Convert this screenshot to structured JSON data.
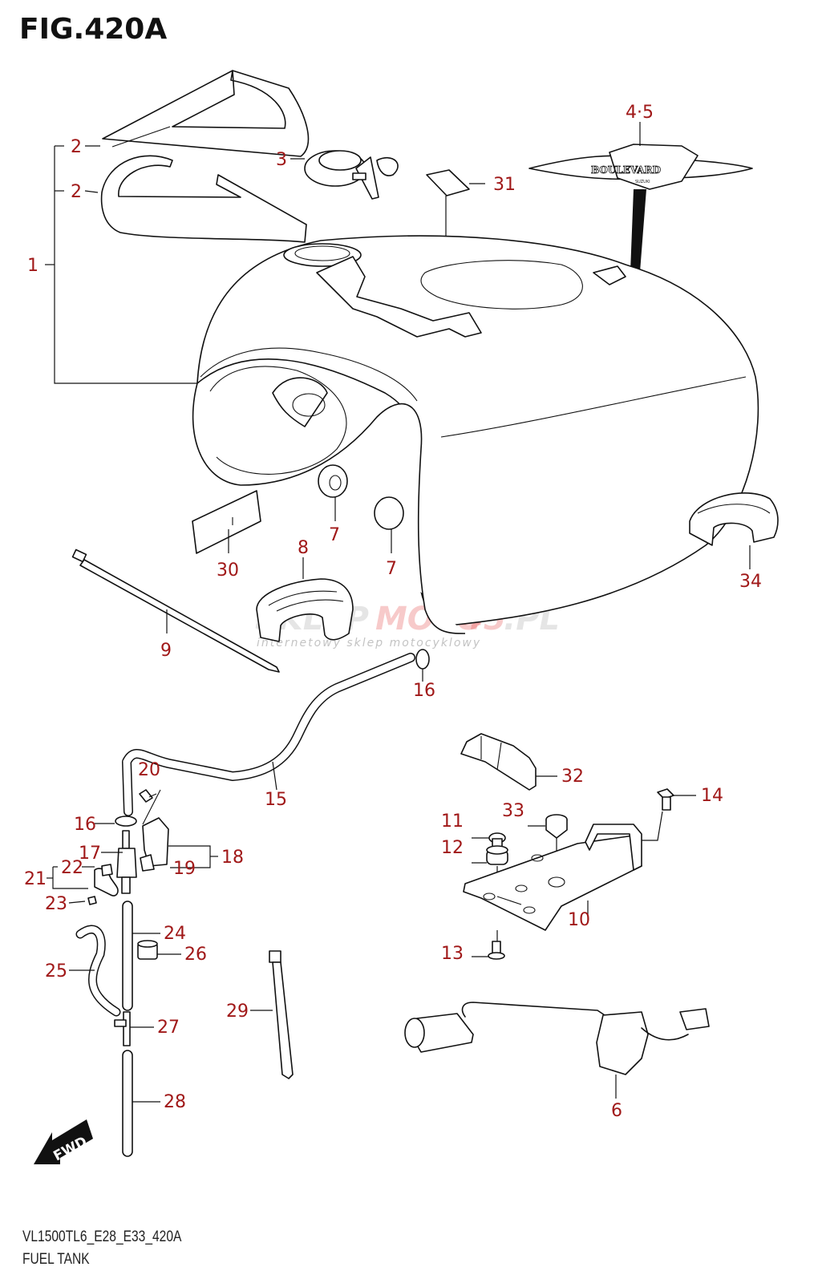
{
  "figure": {
    "title": "FIG.420A",
    "model_code": "VL1500TL6_E28_E33_420A",
    "section_name": "FUEL TANK"
  },
  "colors": {
    "label": "#a01818",
    "line": "#111111",
    "watermark_red": "#e03030",
    "watermark_gray": "#888888"
  },
  "watermark": {
    "brand_gray": "SKLEP",
    "brand_red": "MOTO",
    "brand_num": "45",
    "brand_suffix": ".PL",
    "tagline": "internetowy sklep motocyklowy"
  },
  "emblem_text": {
    "main": "BOULEVARD",
    "sub": "SUZUKI"
  },
  "fwd_arrow": "FWD",
  "callouts": [
    {
      "id": "c1",
      "label": "1",
      "part": "fuel-tank-assembly"
    },
    {
      "id": "c2a",
      "label": "2",
      "part": "tank-stripe-upper"
    },
    {
      "id": "c2b",
      "label": "2",
      "part": "tank-stripe-lower"
    },
    {
      "id": "c3",
      "label": "3",
      "part": "fuel-cap"
    },
    {
      "id": "c45",
      "label": "4·5",
      "part": "boulevard-emblem"
    },
    {
      "id": "c31",
      "label": "31",
      "part": "caution-label"
    },
    {
      "id": "c7a",
      "label": "7",
      "part": "grommet"
    },
    {
      "id": "c7b",
      "label": "7",
      "part": "cap"
    },
    {
      "id": "c8",
      "label": "8",
      "part": "front-cushion"
    },
    {
      "id": "c30",
      "label": "30",
      "part": "info-label"
    },
    {
      "id": "c34",
      "label": "34",
      "part": "side-cushion"
    },
    {
      "id": "c9",
      "label": "9",
      "part": "cable-tie"
    },
    {
      "id": "c16a",
      "label": "16",
      "part": "hose-clamp"
    },
    {
      "id": "c15",
      "label": "15",
      "part": "breather-hose"
    },
    {
      "id": "c20",
      "label": "20",
      "part": "screw"
    },
    {
      "id": "c16b",
      "label": "16",
      "part": "hose-clamp"
    },
    {
      "id": "c17",
      "label": "17",
      "part": "fuel-filter"
    },
    {
      "id": "c18",
      "label": "18",
      "part": "bracket-assembly"
    },
    {
      "id": "c19",
      "label": "19",
      "part": "clip"
    },
    {
      "id": "c21",
      "label": "21",
      "part": "clamp-assembly"
    },
    {
      "id": "c22",
      "label": "22",
      "part": "cushion"
    },
    {
      "id": "c23",
      "label": "23",
      "part": "screw"
    },
    {
      "id": "c24",
      "label": "24",
      "part": "hose"
    },
    {
      "id": "c26",
      "label": "26",
      "part": "protector"
    },
    {
      "id": "c25",
      "label": "25",
      "part": "hose"
    },
    {
      "id": "c27",
      "label": "27",
      "part": "t-joint"
    },
    {
      "id": "c28",
      "label": "28",
      "part": "hose"
    },
    {
      "id": "c29",
      "label": "29",
      "part": "clamp-tie"
    },
    {
      "id": "c32",
      "label": "32",
      "part": "rear-cushion"
    },
    {
      "id": "c14",
      "label": "14",
      "part": "bolt"
    },
    {
      "id": "c33",
      "label": "33",
      "part": "cushion"
    },
    {
      "id": "c11",
      "label": "11",
      "part": "collar"
    },
    {
      "id": "c12",
      "label": "12",
      "part": "cushion"
    },
    {
      "id": "c10",
      "label": "10",
      "part": "tank-bracket"
    },
    {
      "id": "c13",
      "label": "13",
      "part": "bolt"
    },
    {
      "id": "c6",
      "label": "6",
      "part": "fuel-level-gauge"
    }
  ]
}
